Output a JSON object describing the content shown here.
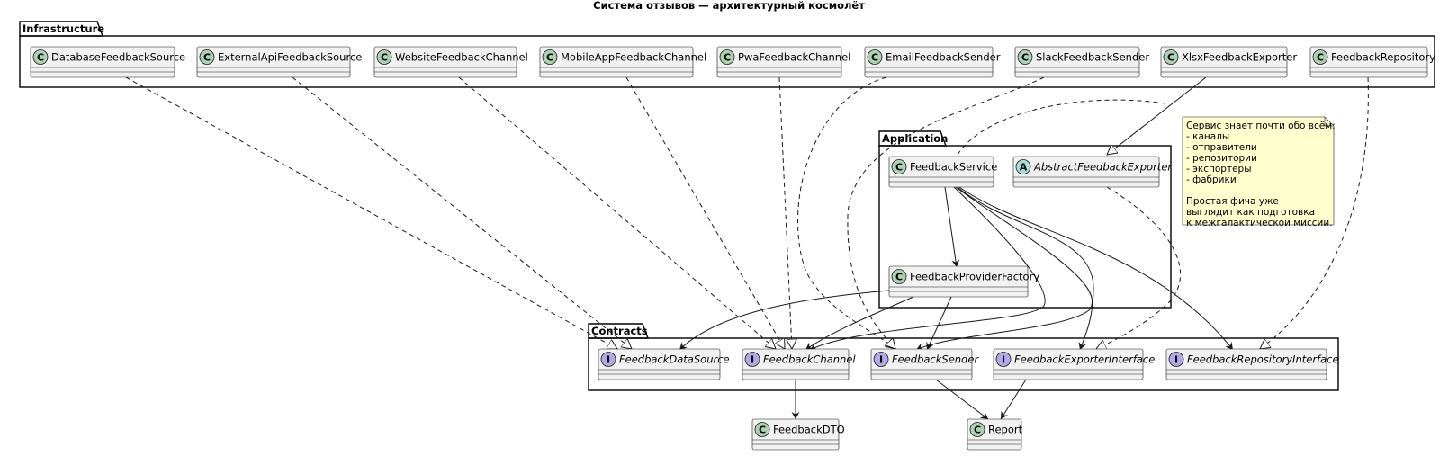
{
  "title": "Система отзывов — архитектурный космолёт",
  "packages": [
    {
      "id": "infrastructure",
      "label": "Infrastructure"
    },
    {
      "id": "application",
      "label": "Application"
    },
    {
      "id": "contracts",
      "label": "Contracts"
    }
  ],
  "classes": [
    {
      "id": "database-feedback-source",
      "label": "DatabaseFeedbackSource",
      "kind": "C"
    },
    {
      "id": "external-api-feedback-source",
      "label": "ExternalApiFeedbackSource",
      "kind": "C"
    },
    {
      "id": "website-feedback-channel",
      "label": "WebsiteFeedbackChannel",
      "kind": "C"
    },
    {
      "id": "mobile-app-feedback-channel",
      "label": "MobileAppFeedbackChannel",
      "kind": "C"
    },
    {
      "id": "pwa-feedback-channel",
      "label": "PwaFeedbackChannel",
      "kind": "C"
    },
    {
      "id": "email-feedback-sender",
      "label": "EmailFeedbackSender",
      "kind": "C"
    },
    {
      "id": "slack-feedback-sender",
      "label": "SlackFeedbackSender",
      "kind": "C"
    },
    {
      "id": "xlsx-feedback-exporter",
      "label": "XlsxFeedbackExporter",
      "kind": "C"
    },
    {
      "id": "feedback-repository",
      "label": "FeedbackRepository",
      "kind": "C"
    },
    {
      "id": "feedback-service",
      "label": "FeedbackService",
      "kind": "C"
    },
    {
      "id": "abstract-feedback-exporter",
      "label": "AbstractFeedbackExporter",
      "kind": "A"
    },
    {
      "id": "feedback-provider-factory",
      "label": "FeedbackProviderFactory",
      "kind": "C"
    },
    {
      "id": "feedback-data-source",
      "label": "FeedbackDataSource",
      "kind": "I"
    },
    {
      "id": "feedback-channel",
      "label": "FeedbackChannel",
      "kind": "I"
    },
    {
      "id": "feedback-sender",
      "label": "FeedbackSender",
      "kind": "I"
    },
    {
      "id": "feedback-exporter-interface",
      "label": "FeedbackExporterInterface",
      "kind": "I"
    },
    {
      "id": "feedback-repository-interface",
      "label": "FeedbackRepositoryInterface",
      "kind": "I"
    },
    {
      "id": "feedback-dto",
      "label": "FeedbackDTO",
      "kind": "C"
    },
    {
      "id": "report",
      "label": "Report",
      "kind": "C"
    }
  ],
  "note": {
    "lines": [
      "Сервис знает почти обо всём:",
      "- каналы",
      "- отправители",
      "- репозитории",
      "- экспортёры",
      "- фабрики",
      "",
      "Простая фича уже",
      "выглядит как подготовка",
      "к межгалактической миссии."
    ]
  },
  "colors": {
    "class_fill": "#f1f1f1",
    "badge_class": "#add1b2",
    "badge_interface": "#b4a7e5",
    "badge_abstract": "#a9dcdf",
    "note_fill": "#fefece"
  }
}
